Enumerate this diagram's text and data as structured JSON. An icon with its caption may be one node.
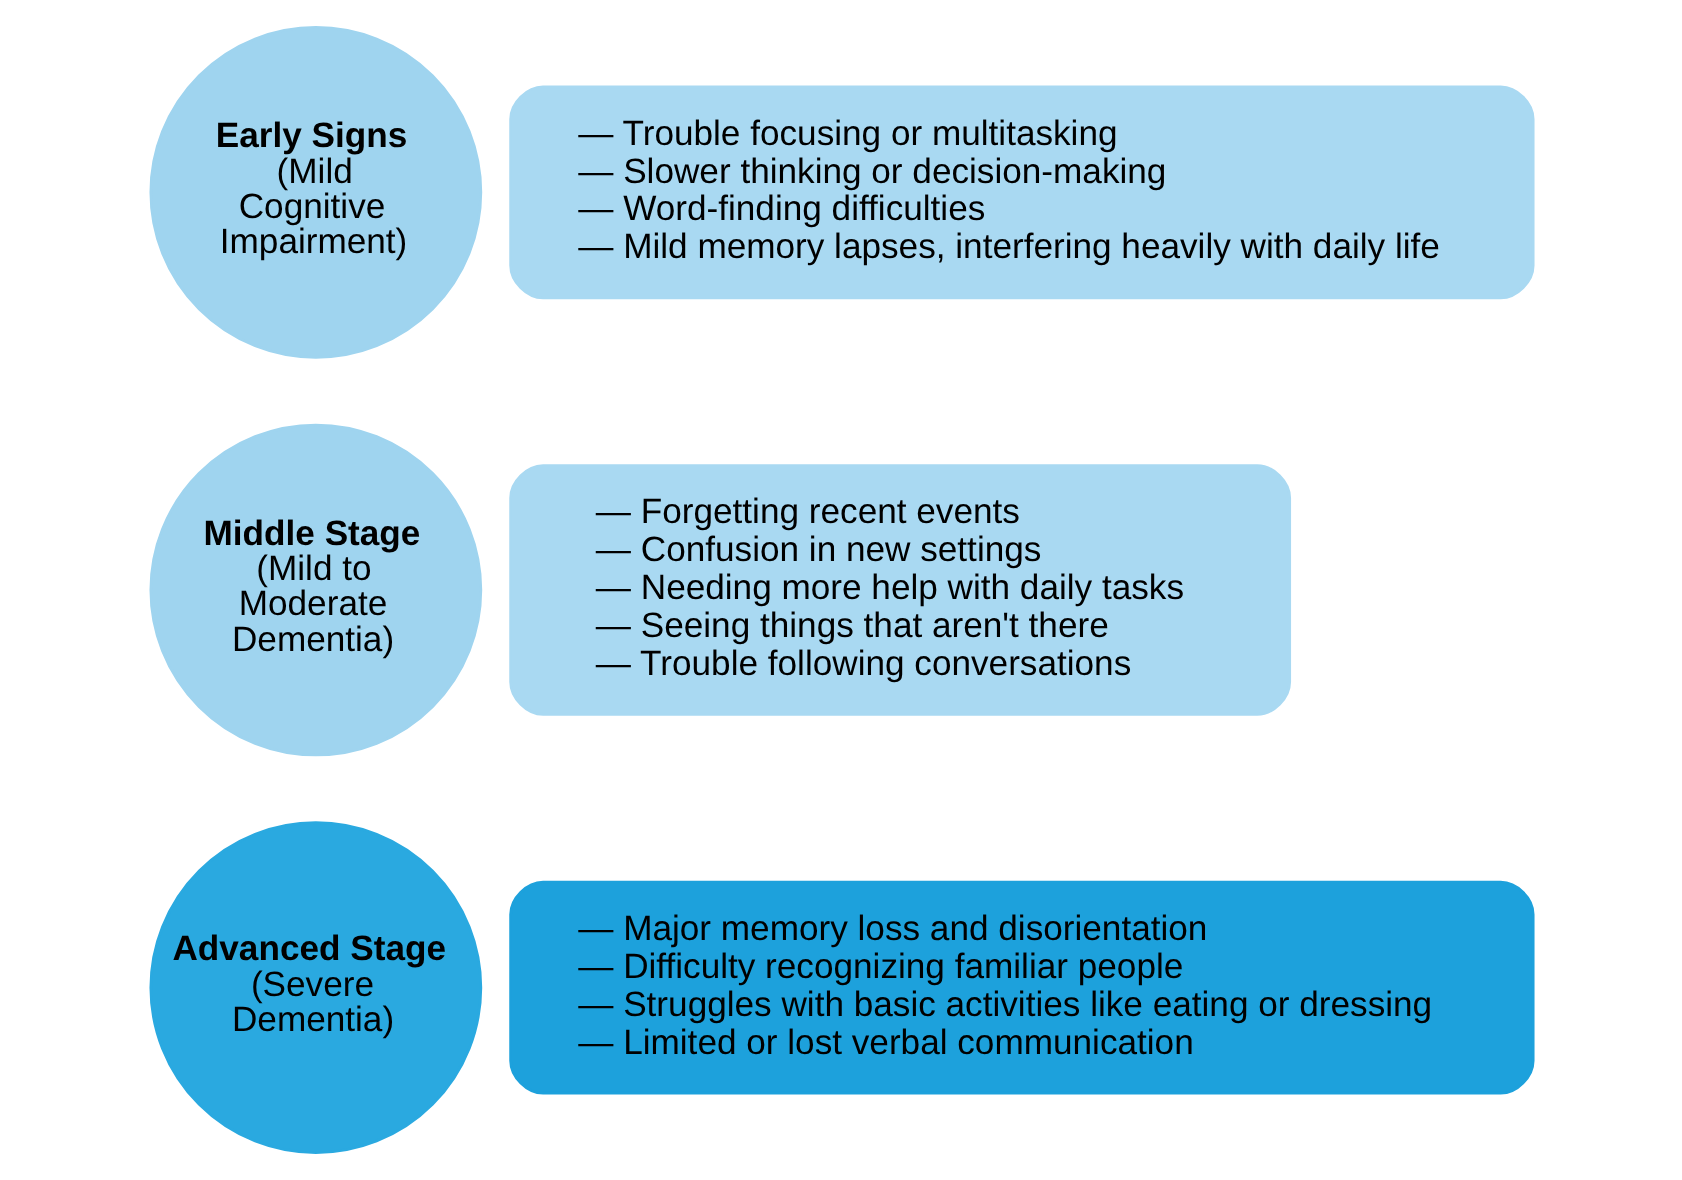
{
  "diagram": {
    "nodes": [
      {
        "text": [
          "Early Signs",
          "(Mild Cognitive Impairment)"
        ]
      },
      {
        "text": [
          "— Trouble focusing or multitasking",
          "— Slower thinking or decision-making",
          "— Word-finding difficulties",
          "— Mild memory lapses, interfering heavily with daily life"
        ]
      },
      {
        "text": [
          "Middle Stage",
          "(Mild to Moderate Dementia)"
        ]
      },
      {
        "text": [
          "— Forgetting recent events",
          "— Confusion in new settings",
          "— Needing more help with daily tasks",
          "— Seeing things that aren't there",
          "— Trouble following conversations"
        ]
      },
      {
        "text": [
          "Advanced Stage",
          "(Severe Dementia)"
        ]
      },
      {
        "text": [
          "— Major memory loss and disorientation",
          "— Difficulty recognizing familiar people",
          "— Struggles with basic activities like eating or dressing",
          "— Limited or lost verbal communication"
        ]
      }
    ]
  }
}
